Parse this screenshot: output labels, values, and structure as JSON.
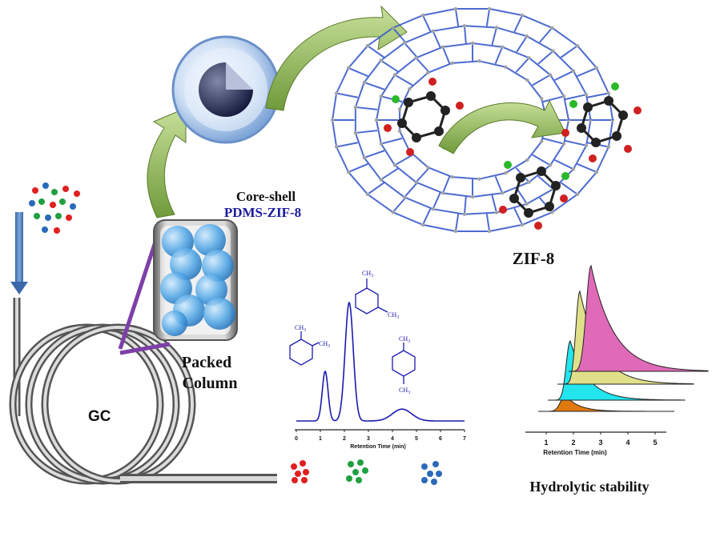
{
  "labels": {
    "gc": "GC",
    "core_shell_line1": "Core-shell",
    "core_shell_line2": "PDMS-ZIF-8",
    "zif8": "ZIF-8",
    "packed_column_line1": "Packed",
    "packed_column_line2": "Column",
    "hydrolytic_stability": "Hydrolytic stability"
  },
  "chromatogram": {
    "xlabel": "Retention Time (min)",
    "ticks": [
      "0",
      "1",
      "2",
      "3",
      "4",
      "5",
      "6",
      "7"
    ],
    "xlim": [
      0,
      7
    ],
    "peaks": [
      {
        "center": 1.2,
        "height": 0.42,
        "width": 0.12
      },
      {
        "center": 2.2,
        "height": 1.0,
        "width": 0.17
      },
      {
        "center": 4.4,
        "height": 0.1,
        "width": 0.4
      }
    ],
    "methyl_label": "CH",
    "methyl_sub": "3",
    "line_color": "#1a1ab0"
  },
  "stability_plot": {
    "xlabel": "Retention Time (min)",
    "ticks": [
      "1",
      "2",
      "3",
      "4",
      "5"
    ],
    "colors": [
      "#e07a10",
      "#22e5ee",
      "#e0e08a",
      "#e06ab8"
    ]
  },
  "colors": {
    "accent_blue": "#1b1b9e",
    "arrow_green": "#8ab84a",
    "purple_line": "#7e3fa8",
    "red": "#e02020",
    "green": "#20a040",
    "blue": "#2a6ab8"
  }
}
